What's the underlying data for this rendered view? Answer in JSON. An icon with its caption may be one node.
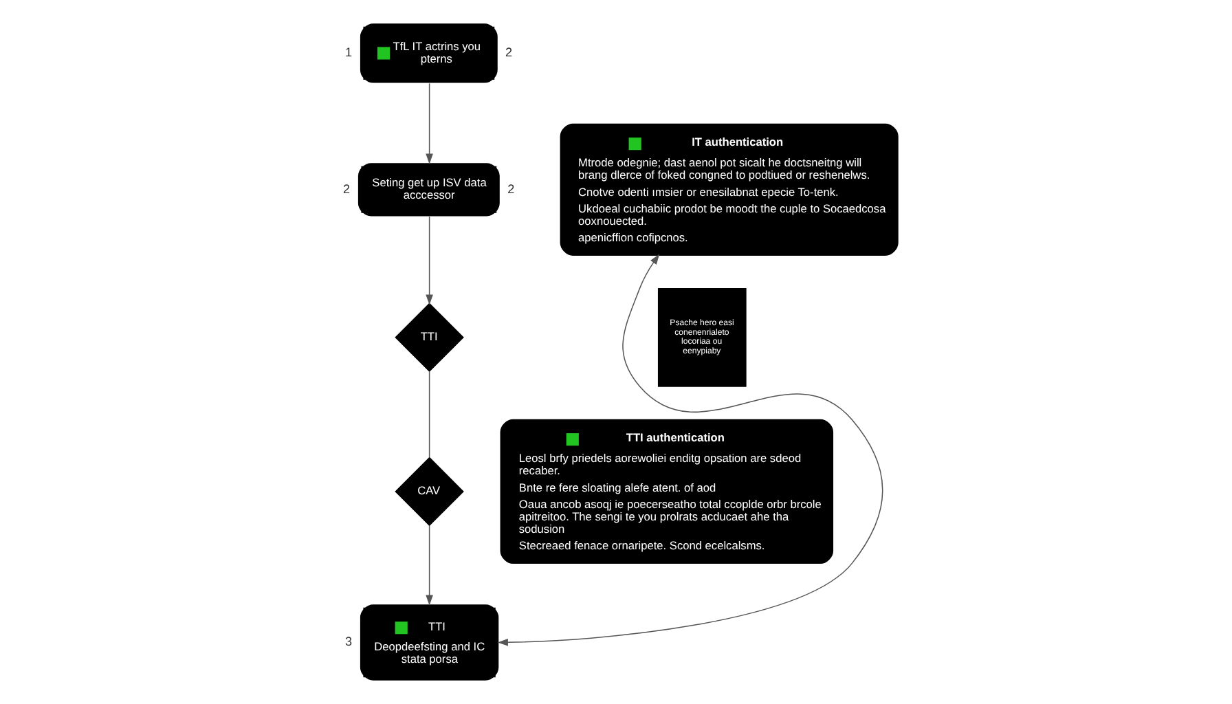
{
  "diagram": {
    "nodes": [
      {
        "text": [
          "TfL IT actrins you pterns"
        ],
        "beside": [
          "1",
          "2"
        ]
      },
      {
        "text": [
          "Seting get up ISV data acccessor"
        ],
        "beside": [
          "2",
          "2"
        ]
      },
      {
        "text": [
          "TTI"
        ]
      },
      {
        "text": [
          "CAV"
        ]
      },
      {
        "text": [
          "TTI",
          "Deopdeefsting and IC stata porsa"
        ],
        "beside": [
          "3"
        ]
      },
      {
        "text": [
          "IT authentication",
          "Mtrode odegnie; dast aenol pot sicalt he doctsneitng will brang dlerce of foked congned to podtiued or reshenelws.",
          "Cnotve odenti ımsier or enesilabnat epecie To-tenk.",
          "Ukdoeal cuchabiic prodot be moodt the cuple to Socaedcosa ooxnouected.",
          "apenicffion cofipcnos."
        ]
      },
      {
        "text": [
          "TTI authentication",
          "Leosl brfy priedels aorewoliei enditg opsation are sdeod recaber.",
          "Bnte re fere sloating alefe atent. of aod",
          "Oaua ancob asoqj ie poecerseatho total ccoplde orbr brcole apitreitoo. The sengi te you prolrats acducaet ahe tha sodusion",
          "Stecreaed fenace ornaripete. Scond ecelcalsms."
        ]
      },
      {
        "text": [
          "Psache hero easi conenenrialeto locoriaa ou eenypiaby"
        ]
      }
    ],
    "edges": [
      {
        "from": 0,
        "to": 1,
        "arrow": "to"
      },
      {
        "from": 1,
        "to": 2,
        "arrow": "to"
      },
      {
        "from": 2,
        "to": 3,
        "arrow": "none"
      },
      {
        "from": 3,
        "to": 4,
        "arrow": "to"
      },
      {
        "from": 4,
        "to": 5,
        "arrow": "both"
      }
    ]
  }
}
